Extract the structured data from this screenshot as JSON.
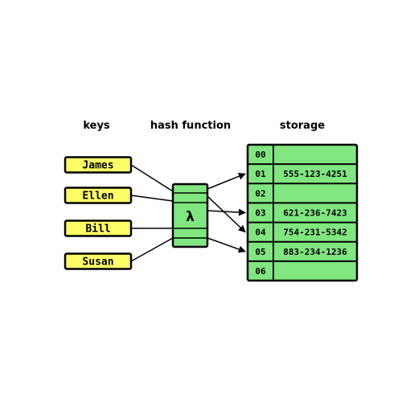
{
  "headings": {
    "keys": "keys",
    "hash_function": "hash function",
    "storage": "storage"
  },
  "keys": [
    "James",
    "Ellen",
    "Bill",
    "Susan"
  ],
  "hash_symbol": "λ",
  "storage": [
    {
      "slot": "00",
      "value": ""
    },
    {
      "slot": "01",
      "value": "555-123-4251"
    },
    {
      "slot": "02",
      "value": ""
    },
    {
      "slot": "03",
      "value": "621-236-7423"
    },
    {
      "slot": "04",
      "value": "754-231-5342"
    },
    {
      "slot": "05",
      "value": "883-234-1236"
    },
    {
      "slot": "06",
      "value": ""
    }
  ],
  "mappings": [
    {
      "key": "James",
      "slot": "04"
    },
    {
      "key": "Ellen",
      "slot": "01"
    },
    {
      "key": "Bill",
      "slot": "03"
    },
    {
      "key": "Susan",
      "slot": "05"
    }
  ],
  "colors": {
    "key_fill": "#ffff66",
    "green_fill": "#80e680",
    "stroke": "#000000",
    "background": "#ffffff"
  }
}
